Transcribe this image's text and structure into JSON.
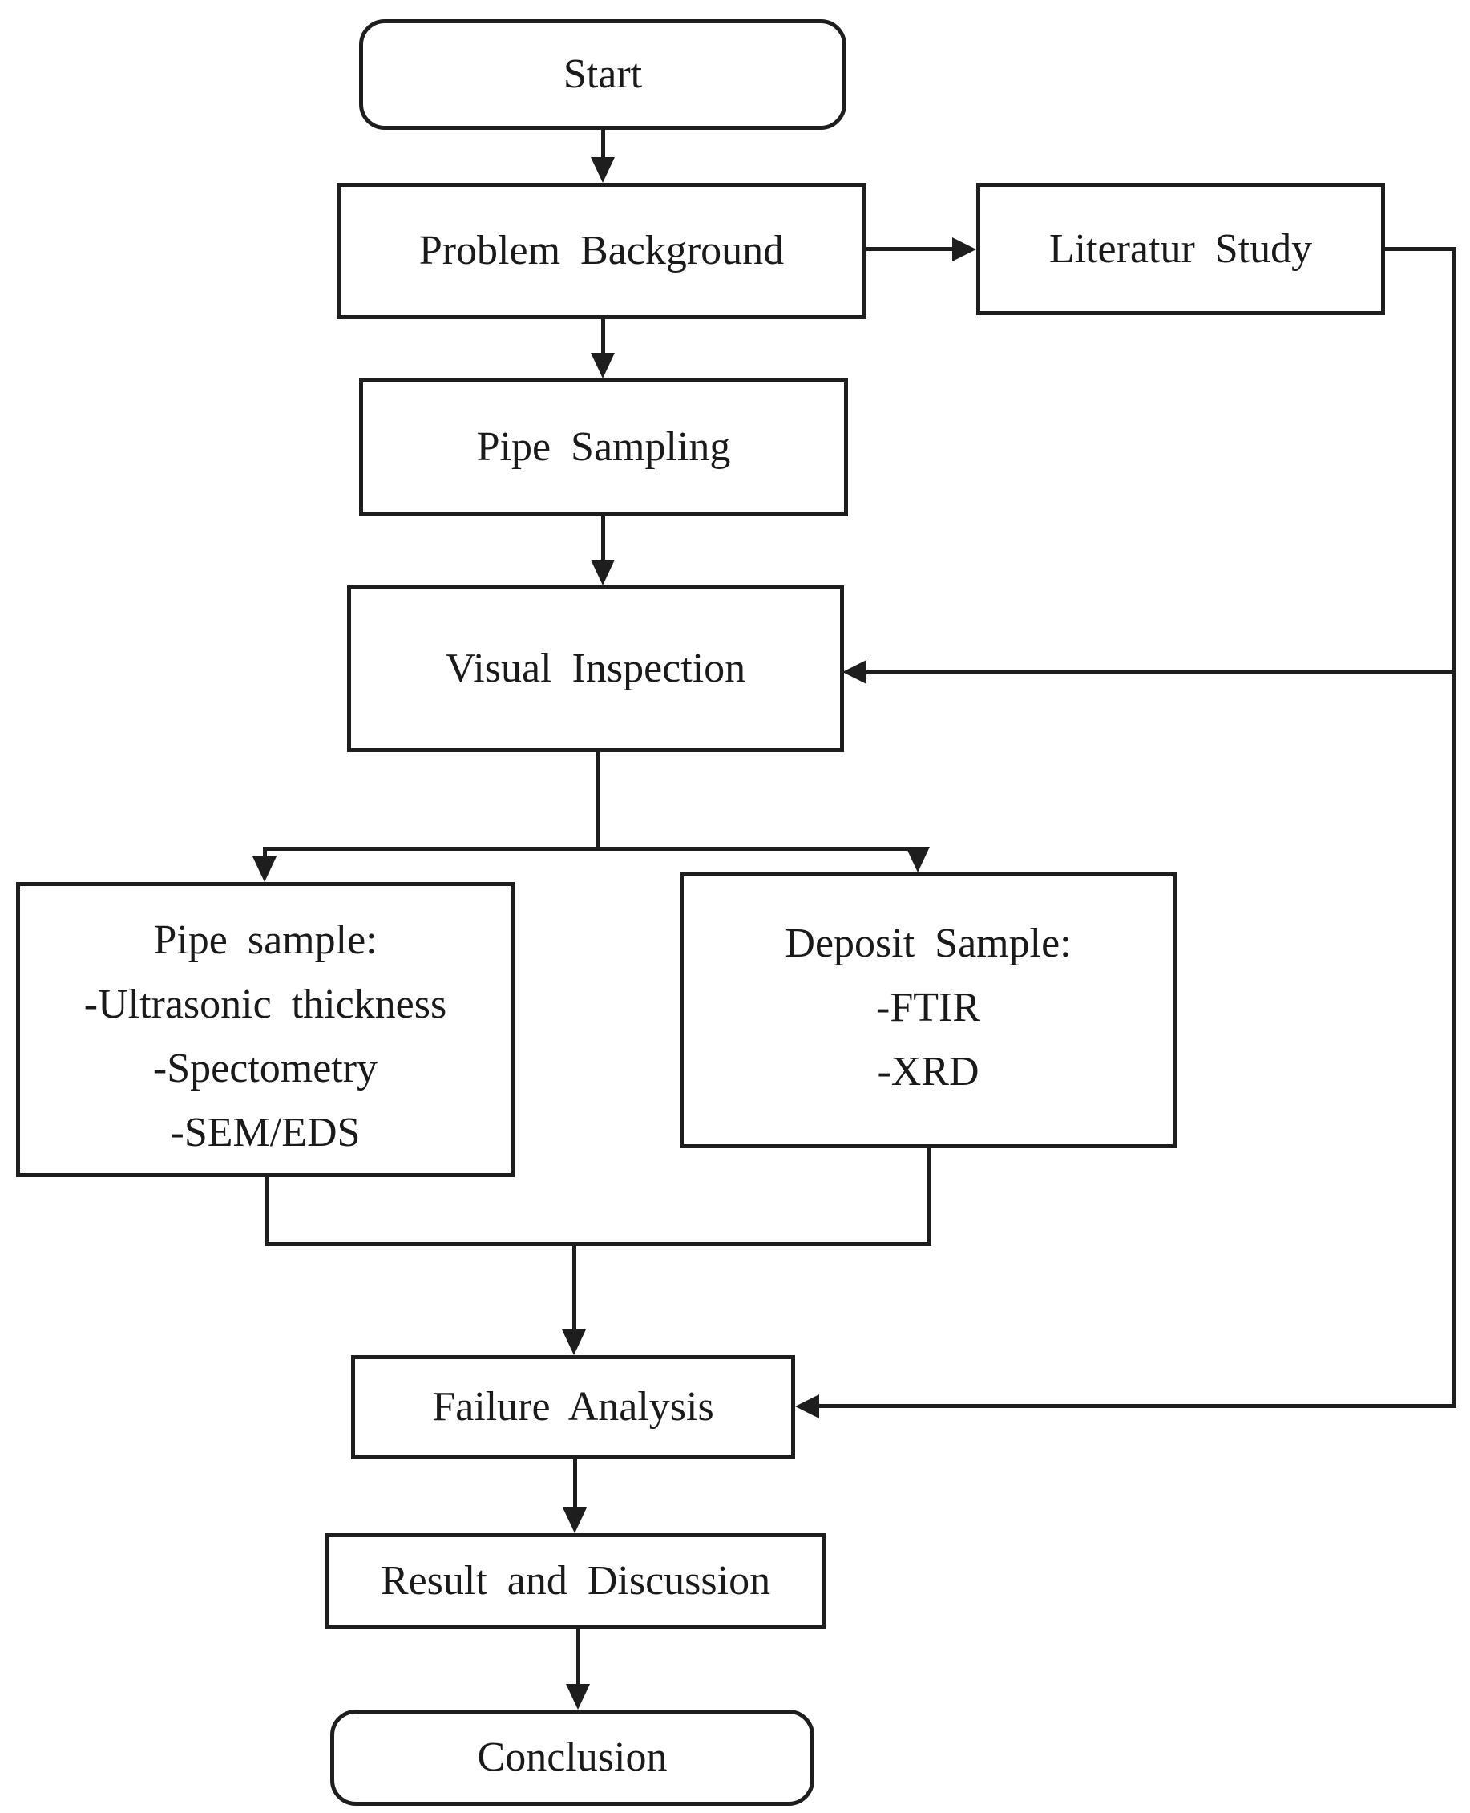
{
  "diagram": {
    "type": "flowchart",
    "background_color": "#ffffff",
    "line_color": "#1e1e1e",
    "box_fill": "#ffffff",
    "nodes": {
      "start": {
        "label": "Start",
        "shape": "rounded"
      },
      "problem_background": {
        "label": "Problem Background",
        "shape": "rect"
      },
      "literature_study": {
        "label": "Literatur Study",
        "shape": "rect"
      },
      "pipe_sampling": {
        "label": "Pipe Sampling",
        "shape": "rect"
      },
      "visual_inspection": {
        "label": "Visual Inspection",
        "shape": "rect"
      },
      "pipe_sample": {
        "lines": [
          "Pipe sample:",
          "-Ultrasonic thickness",
          "-Spectometry",
          "-SEM/EDS"
        ],
        "shape": "rect"
      },
      "deposit_sample": {
        "lines": [
          "Deposit Sample:",
          "-FTIR",
          "-XRD"
        ],
        "shape": "rect"
      },
      "failure_analysis": {
        "label": "Failure Analysis",
        "shape": "rect"
      },
      "result_and_discussion": {
        "label": "Result and Discussion",
        "shape": "rect"
      },
      "conclusion": {
        "label": "Conclusion",
        "shape": "rounded"
      }
    },
    "edges": [
      {
        "from": "start",
        "to": "problem_background"
      },
      {
        "from": "problem_background",
        "to": "literature_study"
      },
      {
        "from": "problem_background",
        "to": "pipe_sampling"
      },
      {
        "from": "pipe_sampling",
        "to": "visual_inspection"
      },
      {
        "from": "literature_study",
        "to": "visual_inspection"
      },
      {
        "from": "visual_inspection",
        "to": "pipe_sample"
      },
      {
        "from": "visual_inspection",
        "to": "deposit_sample"
      },
      {
        "from": "pipe_sample",
        "to": "failure_analysis"
      },
      {
        "from": "deposit_sample",
        "to": "failure_analysis"
      },
      {
        "from": "literature_study",
        "to": "failure_analysis"
      },
      {
        "from": "failure_analysis",
        "to": "result_and_discussion"
      },
      {
        "from": "result_and_discussion",
        "to": "conclusion"
      }
    ]
  }
}
